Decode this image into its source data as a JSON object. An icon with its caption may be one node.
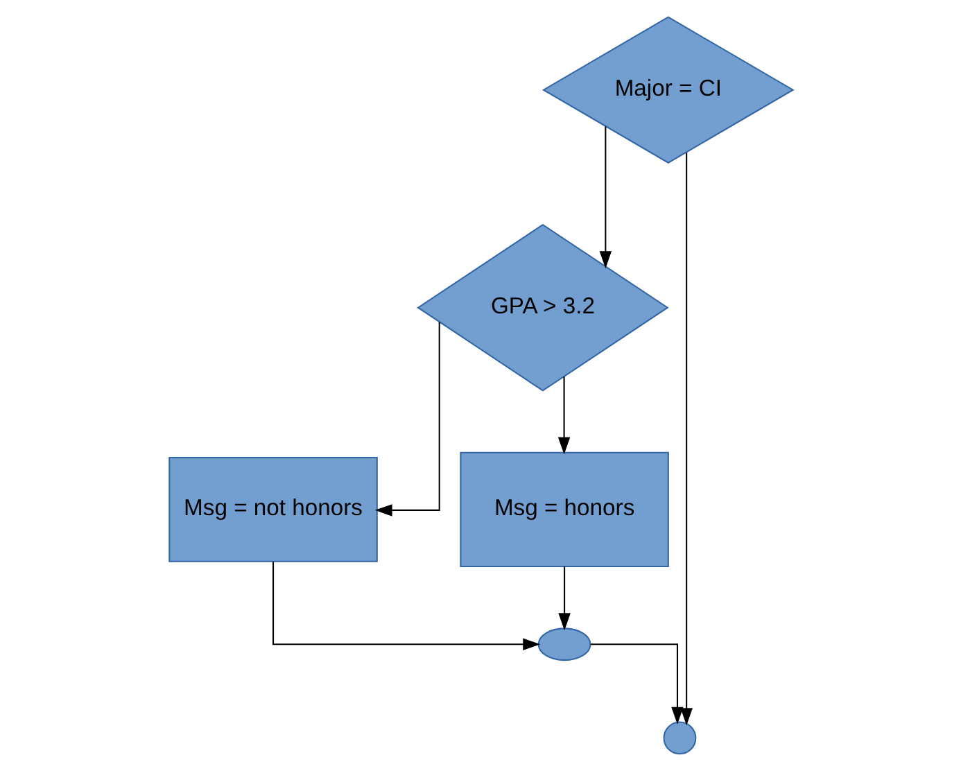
{
  "diagram": {
    "nodes": [
      {
        "text": [
          "Major = CI"
        ]
      },
      {
        "text": [
          "GPA > 3.2"
        ]
      },
      {
        "text": [
          "Msg = not honors"
        ]
      },
      {
        "text": [
          "Msg = honors"
        ]
      },
      {
        "text": [],
        "shape": "ellipse"
      },
      {
        "text": [],
        "shape": "circle"
      }
    ],
    "edges": [
      {
        "from": 0,
        "to": 1,
        "arrow": "to"
      },
      {
        "from": 0,
        "to": 5,
        "arrow": "to"
      },
      {
        "from": 1,
        "to": 2,
        "arrow": "to"
      },
      {
        "from": 1,
        "to": 3,
        "arrow": "to"
      },
      {
        "from": 2,
        "to": 4,
        "arrow": "to"
      },
      {
        "from": 3,
        "to": 4,
        "arrow": "to"
      },
      {
        "from": 4,
        "to": 5,
        "arrow": "to"
      }
    ]
  }
}
